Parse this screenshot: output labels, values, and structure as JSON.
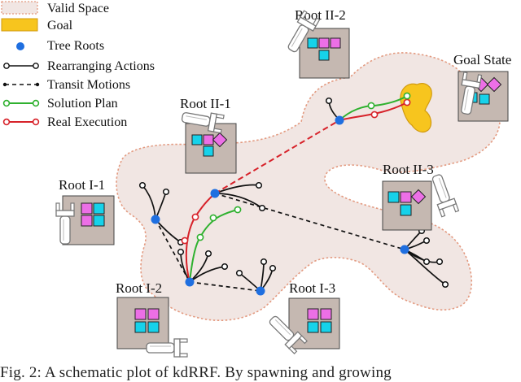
{
  "legend": {
    "valid_space": "Valid Space",
    "goal": "Goal",
    "tree_roots": "Tree Roots",
    "rearranging_actions": "Rearranging Actions",
    "transit_motions": "Transit Motions",
    "solution_plan": "Solution Plan",
    "real_execution": "Real Execution"
  },
  "labels": {
    "root_i_1": "Root I-1",
    "root_i_2": "Root I-2",
    "root_i_3": "Root I-3",
    "root_ii_1": "Root II-1",
    "root_ii_2": "Root II-2",
    "root_ii_3": "Root II-3",
    "goal_state": "Goal State"
  },
  "caption": "Fig. 2: A schematic plot of kdRRF. By spawning and growing",
  "colors": {
    "valid_space_fill": "#f1e6e3",
    "valid_space_border": "#e39a80",
    "goal_fill": "#f7c51e",
    "root_node": "#1f6fe0",
    "black_edge": "#111111",
    "solution_plan": "#2fb12f",
    "real_execution": "#d7222a",
    "panel_bg": "#c5b8b1",
    "cyan_block": "#16d2ea",
    "magenta_block": "#ec6fe6"
  }
}
